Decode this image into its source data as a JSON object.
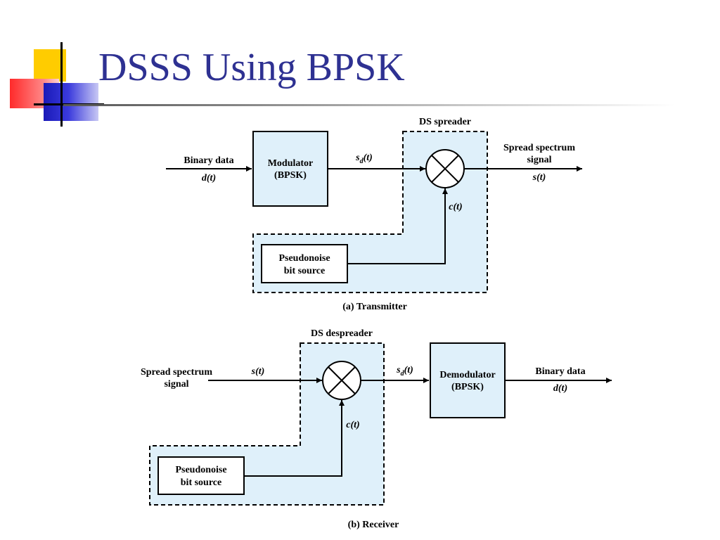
{
  "slide": {
    "title": "DSSS Using BPSK"
  },
  "transmitter": {
    "caption": "(a) Transmitter",
    "spreader_label": "DS spreader",
    "input_label": "Binary data",
    "input_signal": "d(t)",
    "modulator_line1": "Modulator",
    "modulator_line2": "(BPSK)",
    "modulated_signal": "s_d(t)",
    "output_label_line1": "Spread spectrum",
    "output_label_line2": "signal",
    "output_signal": "s(t)",
    "pn_line1": "Pseudonoise",
    "pn_line2": "bit source",
    "code_signal": "c(t)"
  },
  "receiver": {
    "caption": "(b) Receiver",
    "despreader_label": "DS despreader",
    "input_label_line1": "Spread spectrum",
    "input_label_line2": "signal",
    "input_signal": "s(t)",
    "despread_signal": "s_d(t)",
    "demodulator_line1": "Demodulator",
    "demodulator_line2": "(BPSK)",
    "output_label": "Binary data",
    "output_signal": "d(t)",
    "pn_line1": "Pseudonoise",
    "pn_line2": "bit source",
    "code_signal": "c(t)"
  },
  "colors": {
    "title": "#2e3192",
    "spreader_fill": "#dff0fa",
    "stroke": "#000000"
  }
}
